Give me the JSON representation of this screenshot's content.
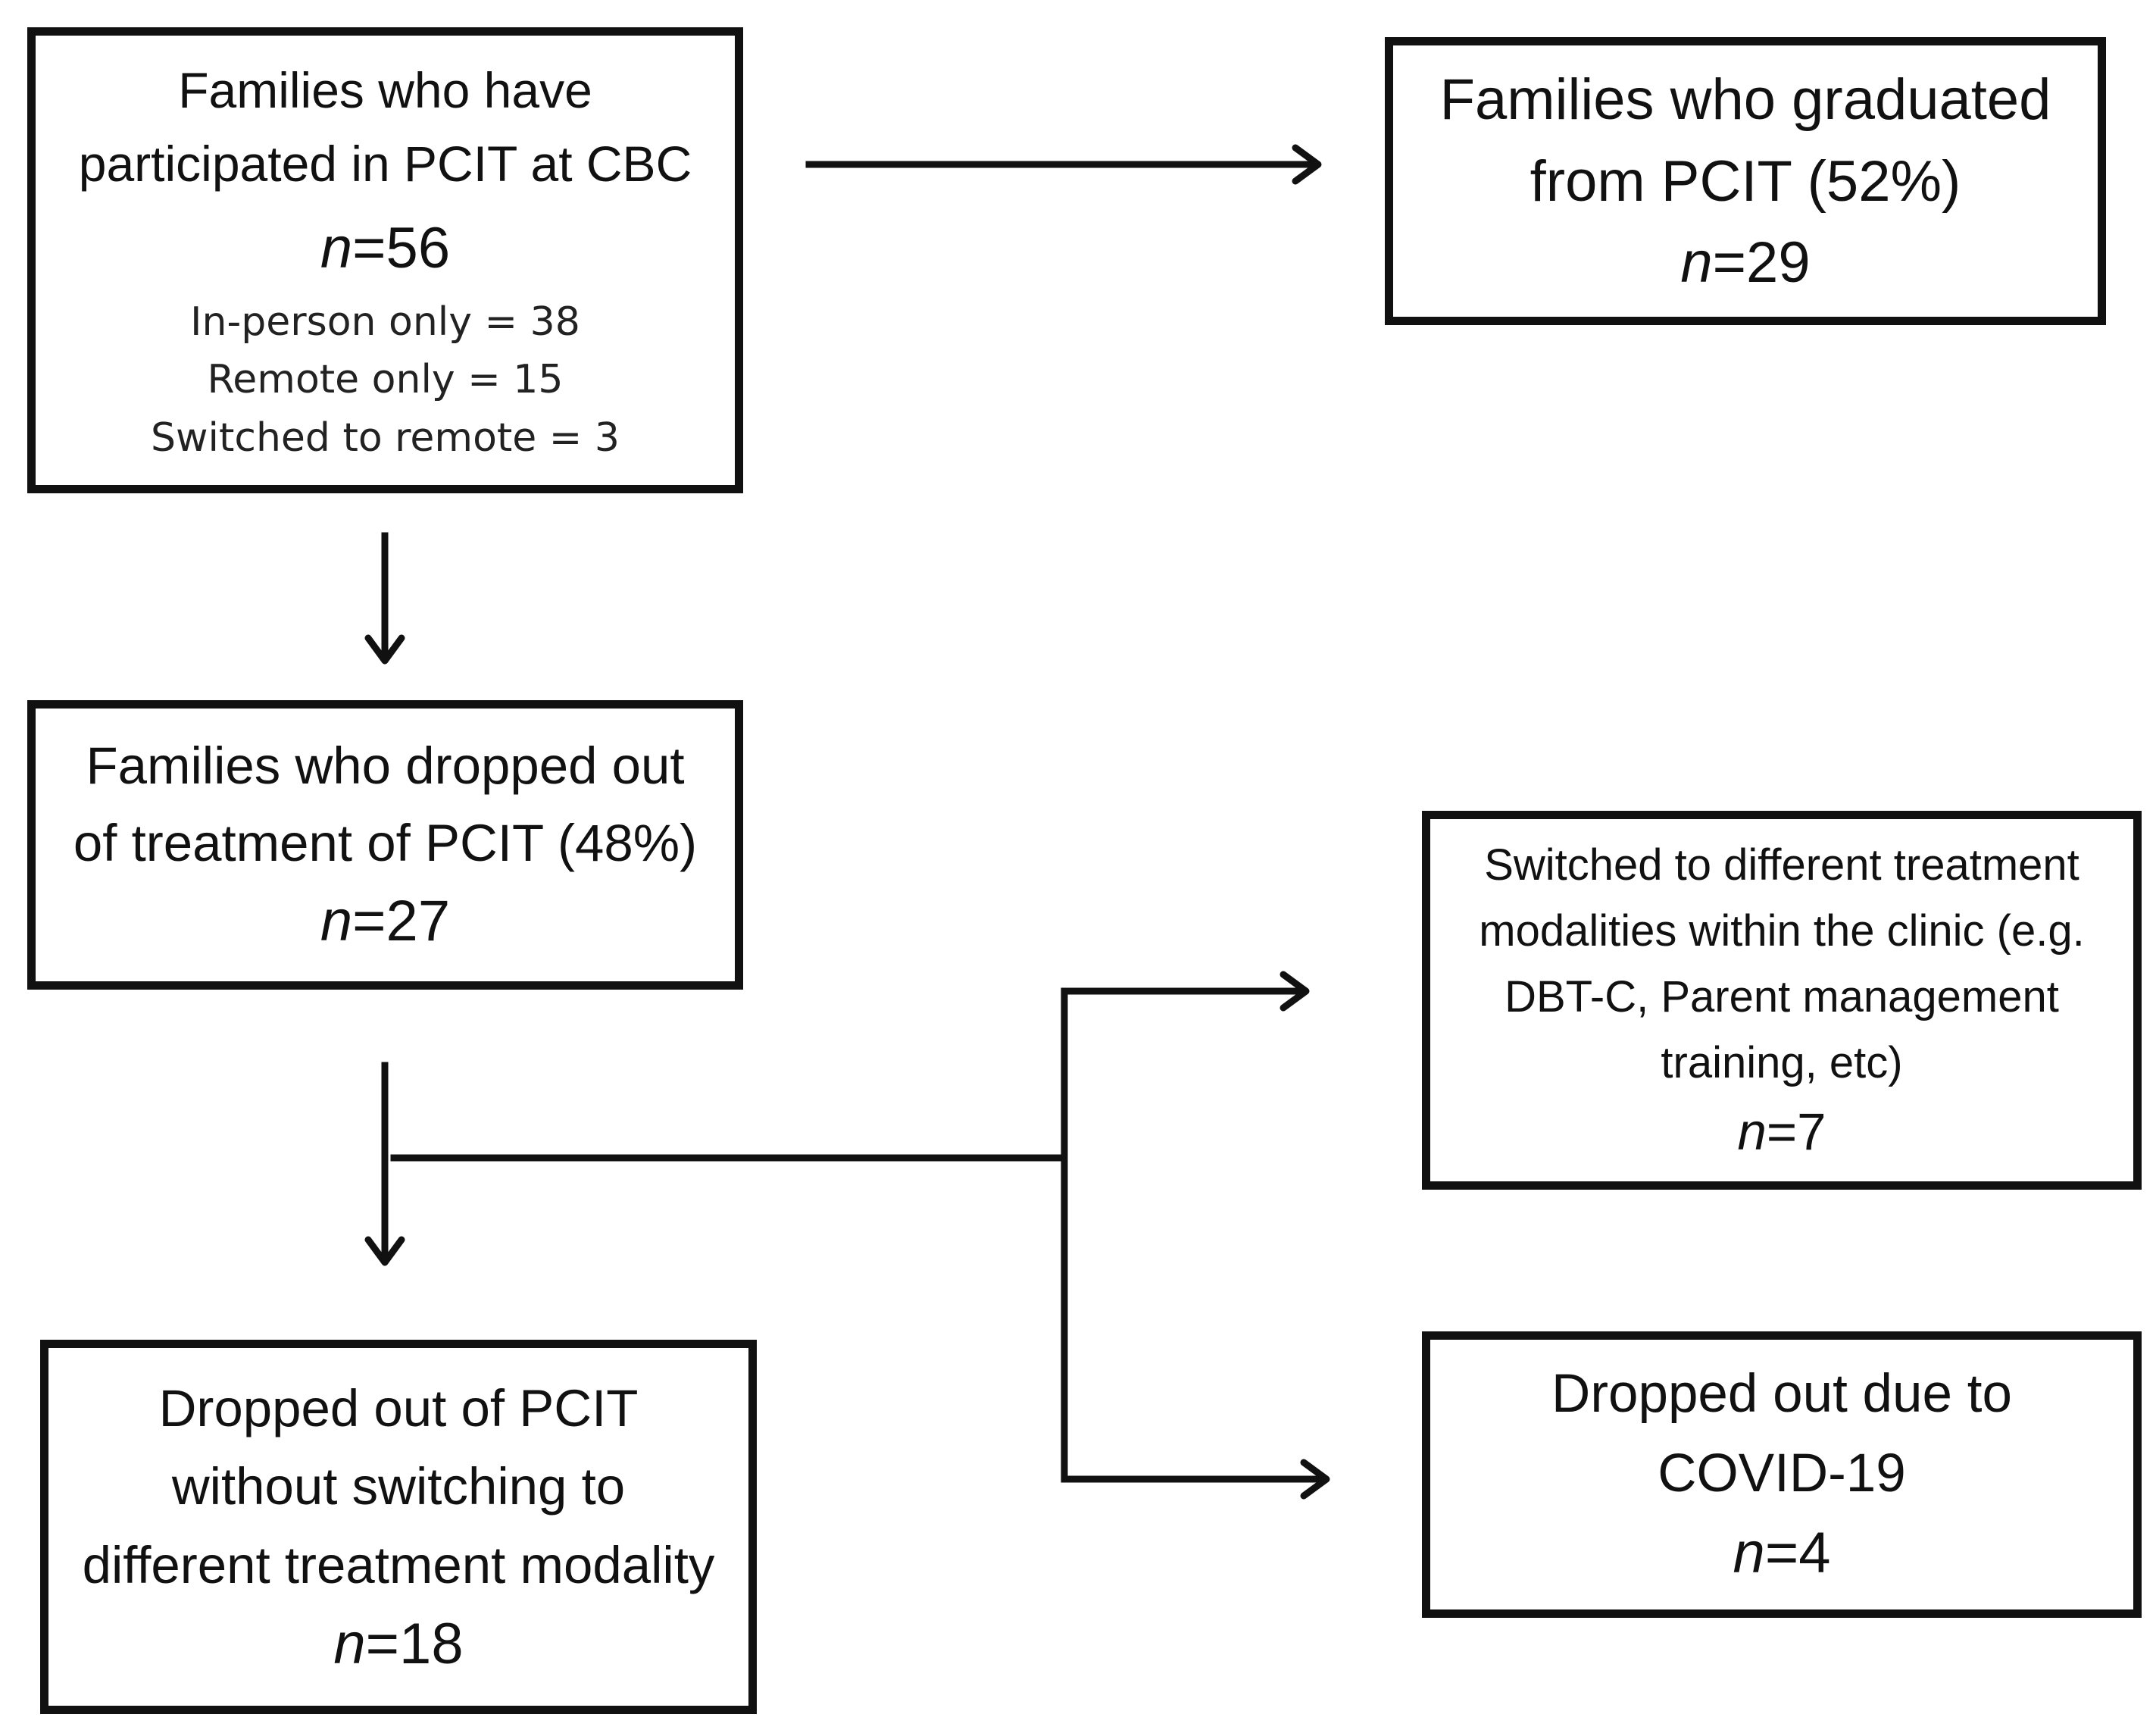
{
  "boxes": {
    "participated": {
      "title_lines": [
        "Families who have",
        "participated in PCIT at CBC"
      ],
      "n_label": "n",
      "n_value": "=56",
      "breakdown": [
        "In-person only = 38",
        "Remote only = 15",
        "Switched to remote = 3"
      ]
    },
    "graduated": {
      "title_lines": [
        "Families who graduated",
        "from PCIT (52%)"
      ],
      "n_label": "n",
      "n_value": "=29"
    },
    "dropped": {
      "title_lines": [
        "Families who dropped out",
        "of treatment of PCIT (48%)"
      ],
      "n_label": "n",
      "n_value": "=27"
    },
    "switched": {
      "title_lines": [
        "Switched to different treatment",
        "modalities within the clinic (e.g.",
        "DBT-C, Parent management",
        "training, etc)"
      ],
      "n_label": "n",
      "n_value": "=7"
    },
    "no_switch": {
      "title_lines": [
        "Dropped out of PCIT",
        "without switching to",
        "different treatment modality"
      ],
      "n_label": "n",
      "n_value": "=18"
    },
    "covid": {
      "title_lines": [
        "Dropped out due to",
        "COVID-19"
      ],
      "n_label": "n",
      "n_value": "=4"
    }
  }
}
